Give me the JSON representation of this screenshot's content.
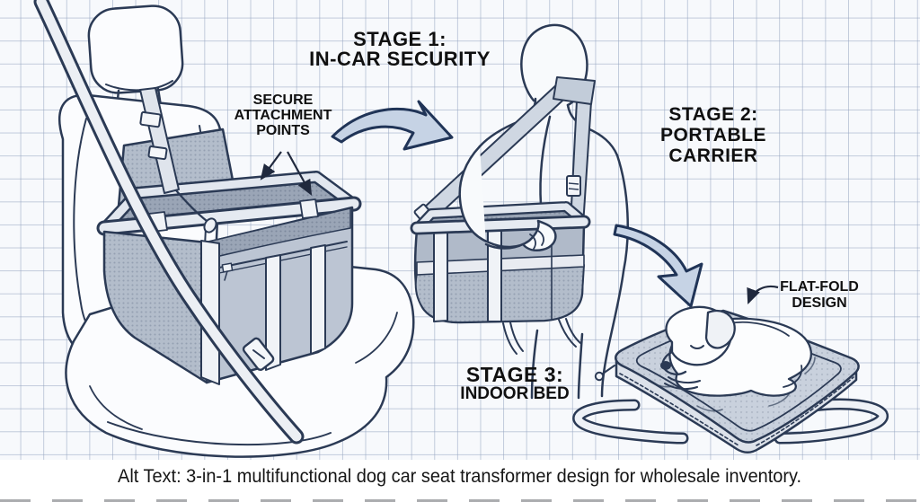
{
  "diagram_title": "3-in-1 dog car seat transformer stages",
  "labels": {
    "stage1": {
      "line1": "STAGE 1:",
      "line2": "IN-CAR SECURITY"
    },
    "attachment": {
      "line1": "SECURE",
      "line2": "ATTACHMENT",
      "line3": "POINTS"
    },
    "stage2": {
      "line1": "STAGE 2:",
      "line2": "PORTABLE",
      "line3": "CARRIER"
    },
    "stage3": {
      "line1": "STAGE 3:",
      "line2": "INDOOR BED"
    },
    "flatfold": {
      "line1": "FLAT-FOLD",
      "line2": "DESIGN"
    }
  },
  "caption": {
    "alt_text": "Alt Text: 3-in-1 multifunctional dog car seat transformer design for wholesale inventory."
  },
  "icons": [
    "car-seat-illustration",
    "seatbelt-strap",
    "booster-carrier-illustration",
    "attachment-pointer-arrows",
    "transform-arrow-1-icon",
    "transform-arrow-2-icon",
    "person-figure-illustration",
    "shoulder-strap",
    "portable-carrier-illustration",
    "flat-fold-bed-illustration",
    "sleeping-dog-illustration",
    "flatfold-pointer-arrow"
  ],
  "colors": {
    "paper": "#f7f9fc",
    "grid_line": "#94a4c0",
    "ink": "#2b3a55",
    "arrow_fill": "#c6d3e5",
    "arrow_stroke": "#203457",
    "mesh_gray": "#b3bdcb",
    "mesh_dark": "#9aa5b6",
    "bed_gray": "#c9d1dd",
    "fabric_light": "#e4e9f0",
    "text": "#101010",
    "caption_bg": "#ffffff"
  }
}
